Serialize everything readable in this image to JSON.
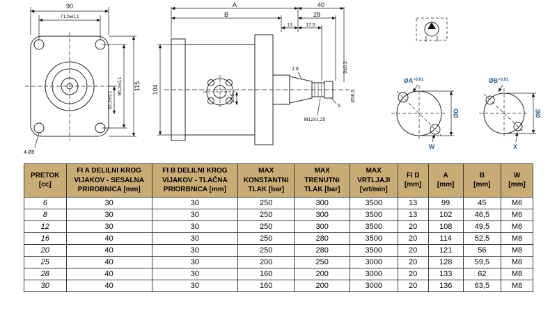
{
  "colors": {
    "header_bg": "#c9ab76",
    "label_blue": "#2c5f8a"
  },
  "drawing": {
    "front_view": {
      "w": "90",
      "w_inner": "71,5±0,1",
      "h": "115",
      "h_inner": "96,2±0,1",
      "h_center": "32,2±0,1",
      "holes": "4-Ø9"
    },
    "side_view": {
      "a": "A",
      "b": "B",
      "n40": "40",
      "n28": "28",
      "n13": "13",
      "n17": "17,5",
      "n104": "104",
      "n16": "16,5",
      "n5": "5",
      "taper": "1:8",
      "thread": "M12x1,25",
      "n9": "9±0,3",
      "n36": "Ø36,5"
    },
    "flange_a": {
      "dia": "ØA",
      "tol": "+0,01",
      "d": "ØD",
      "w": "W"
    },
    "flange_b": {
      "dia": "ØB",
      "tol": "+0,01",
      "e": "ØE",
      "x": "X"
    }
  },
  "table": {
    "headers": [
      [
        "PRETOK",
        "[cc]"
      ],
      [
        "FI A  DELILNI KROG",
        "VIJAKOV - SESALNA",
        "PRIROBNICA [mm]"
      ],
      [
        "FI B  DELILNI KROG",
        "VIJAKOV - TLAČNA",
        "PRIORBNiCA [mm]"
      ],
      [
        "MAX",
        "KONSTANTNI",
        "TLAK [bar]"
      ],
      [
        "MAX",
        "TRENUTNi",
        "TLAK [bar]"
      ],
      [
        "MAX",
        "VRTLJAJI",
        "[vrt/min]"
      ],
      [
        "FI D",
        "[mm]"
      ],
      [
        "A",
        "[mm]"
      ],
      [
        "B",
        "[mm]"
      ],
      [
        "W",
        "[mm]"
      ]
    ],
    "rows": [
      [
        "6",
        "30",
        "30",
        "250",
        "300",
        "3500",
        "13",
        "99",
        "45",
        "M6"
      ],
      [
        "8",
        "30",
        "30",
        "250",
        "300",
        "3500",
        "13",
        "102",
        "46,5",
        "M6"
      ],
      [
        "12",
        "30",
        "30",
        "250",
        "300",
        "3500",
        "20",
        "108",
        "49,5",
        "M6"
      ],
      [
        "16",
        "40",
        "30",
        "250",
        "280",
        "3500",
        "20",
        "114",
        "52,5",
        "M8"
      ],
      [
        "20",
        "40",
        "30",
        "250",
        "280",
        "3500",
        "20",
        "121",
        "56",
        "M8"
      ],
      [
        "25",
        "40",
        "30",
        "200",
        "250",
        "3000",
        "20",
        "128",
        "59,5",
        "M8"
      ],
      [
        "28",
        "40",
        "30",
        "160",
        "200",
        "3000",
        "20",
        "133",
        "62",
        "M8"
      ],
      [
        "30",
        "40",
        "30",
        "160",
        "200",
        "3000",
        "20",
        "136",
        "63,5",
        "M8"
      ]
    ]
  }
}
